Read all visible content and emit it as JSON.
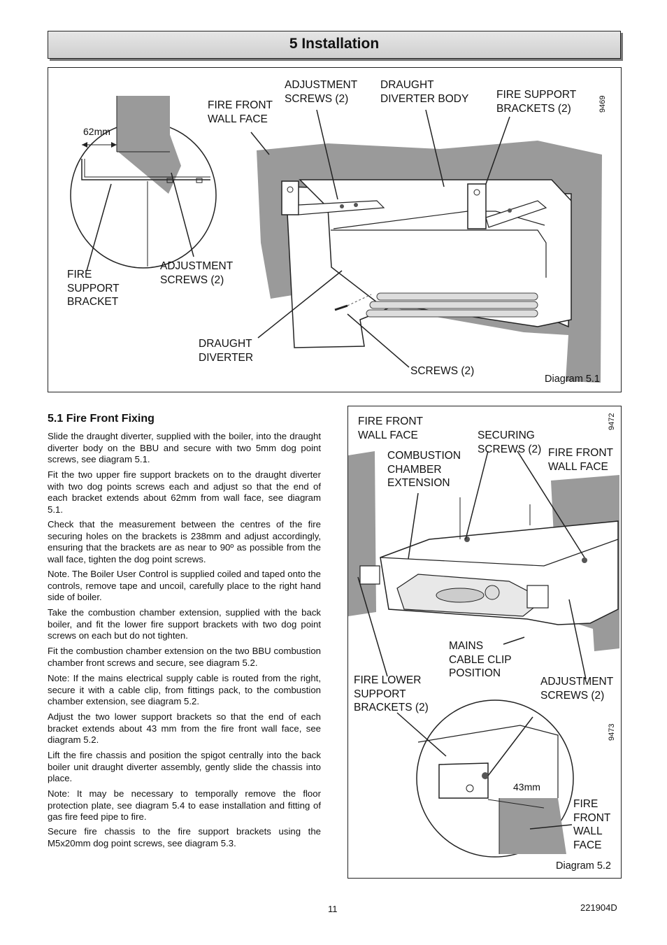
{
  "header": {
    "title": "5 Installation"
  },
  "diagram1": {
    "number": "9469",
    "caption": "Diagram  5.1",
    "labels": {
      "dim": "62mm",
      "fire_front_wall_face": "FIRE FRONT\nWALL FACE",
      "adjustment_screws_top": "ADJUSTMENT\nSCREWS (2)",
      "draught_diverter_body": "DRAUGHT\nDIVERTER BODY",
      "fire_support_brackets": "FIRE SUPPORT\nBRACKETS (2)",
      "fire_support_bracket": "FIRE\nSUPPORT\nBRACKET",
      "adjustment_screws_left": "ADJUSTMENT\nSCREWS (2)",
      "draught_diverter": "DRAUGHT\nDIVERTER",
      "screws": "SCREWS (2)"
    }
  },
  "section": {
    "title": "5.1 Fire Front Fixing",
    "paragraphs": [
      "Slide the draught diverter, supplied with the boiler, into the draught diverter body on the BBU and secure with two 5mm dog point screws, see diagram 5.1.",
      "Fit the two upper fire support brackets on to the draught diverter with two dog points screws each and adjust so that the end of each bracket extends about 62mm from wall face, see diagram 5.1.",
      "Check that the measurement between the centres of the fire securing holes on the brackets is 238mm and adjust accordingly, ensuring that the brackets are as near to 90º as possible from the wall face, tighten the dog point screws.",
      "Note.  The Boiler User Control is supplied coiled and taped onto the controls, remove tape and uncoil, carefully place to the right hand side of boiler.",
      "Take the combustion chamber extension, supplied with the back boiler, and fit the lower fire support brackets with two dog point screws on each but do not tighten.",
      "Fit the combustion chamber extension on the two BBU combustion chamber front screws and secure, see diagram 5.2.",
      "Note: If the mains electrical supply cable is routed from the right, secure it with a cable clip, from fittings pack, to the combustion chamber extension, see diagram 5.2.",
      "Adjust the two lower support brackets so that the end of each bracket extends about 43 mm from the fire front wall face, see diagram 5.2.",
      "Lift the fire chassis and position the spigot centrally into the back boiler unit draught diverter assembly, gently slide the chassis into place.",
      "Note: It may be necessary to temporally remove the floor protection plate, see diagram 5.4 to ease installation and fitting of gas fire feed pipe to fire.",
      "Secure fire chassis to the fire support brackets using the M5x20mm dog point screws, see diagram 5.3."
    ]
  },
  "diagram2": {
    "number_top": "9472",
    "number_bottom": "9473",
    "caption": "Diagram 5.2",
    "labels": {
      "fire_front_wall_face_left": "FIRE FRONT\nWALL FACE",
      "combustion_chamber_extension": "COMBUSTION\nCHAMBER\nEXTENSION",
      "securing_screws": "SECURING\nSCREWS (2)",
      "fire_front_wall_face_right": "FIRE FRONT\nWALL FACE",
      "mains_cable_clip": "MAINS\nCABLE CLIP\nPOSITION",
      "fire_lower_support_brackets": "FIRE LOWER\nSUPPORT\nBRACKETS (2)",
      "adjustment_screws": "ADJUSTMENT\nSCREWS (2)",
      "dim": "43mm",
      "fire_front_wall_face_bottom": "FIRE\nFRONT\nWALL\nFACE"
    }
  },
  "footer": {
    "page": "11",
    "code": "221904D"
  }
}
